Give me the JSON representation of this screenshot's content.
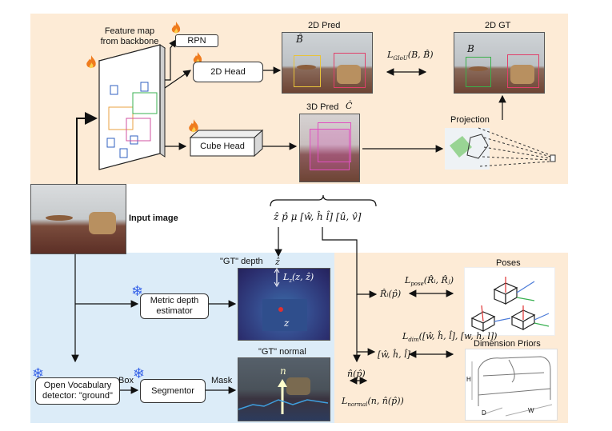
{
  "labels": {
    "feature_map": "Feature map\nfrom backbone",
    "rpn": "RPN",
    "head_2d": "2D Head",
    "cube_head": "Cube Head",
    "pred_2d": "2D Pred",
    "gt_2d": "2D GT",
    "pred_3d": "3D Pred",
    "projection": "Projection",
    "input_image": "Input image",
    "gt_depth": "\"GT\" depth",
    "gt_normal": "\"GT\" normal",
    "metric_depth": "Metric depth\nestimator",
    "open_vocab": "Open Vocabulary\ndetector: \"ground\"",
    "segmentor": "Segmentor",
    "box_label": "Box",
    "mask_label": "Mask",
    "poses": "Poses",
    "dimension_priors": "Dimension Priors"
  },
  "math": {
    "b_hat": "B̂",
    "b": "B",
    "c_hat": "Ĉ",
    "l_giou": "L_GIoU(B, B̂)",
    "l_giou_main": "L",
    "l_giou_sub": "GIoU",
    "l_giou_args": "(B, B̂)",
    "params": "ẑ  p̂  μ  [ŵ, ĥ  l̂]  [û, v̂]",
    "z_hat": "ẑ",
    "z": "z",
    "lz_main": "L",
    "lz_sub": "z",
    "lz_args": "(z, ẑ)",
    "n": "n",
    "r_hat": "R̂ᵢ(p̂)",
    "dims": "[ŵ, ĥ, l̂]",
    "n_hat": "n̂(p̂)",
    "l_pose_main": "L",
    "l_pose_sub": "pose",
    "l_pose_args": "(R̂ᵢ, R̂ⱼ)",
    "l_dim_main": "L",
    "l_dim_sub": "dim",
    "l_dim_args": "([ŵ, ĥ, l̂], [w, h, l])",
    "l_normal_main": "L",
    "l_normal_sub": "normal",
    "l_normal_args": "(n, n̂(p̂))",
    "dim_h": "H",
    "dim_d": "D",
    "dim_w": "W"
  },
  "colors": {
    "top_panel": "#fdebd6",
    "depth_panel": "#dcecf8",
    "right_panel": "#fdebd6",
    "pred_2d_box_left": "#e8c33a",
    "pred_2d_box_right": "#e0406a",
    "cube": "#e050c0",
    "snowflake": "#3a66e8",
    "fire": "#ef7b1e"
  },
  "icons": [
    "fire-icon",
    "snowflake-icon"
  ]
}
